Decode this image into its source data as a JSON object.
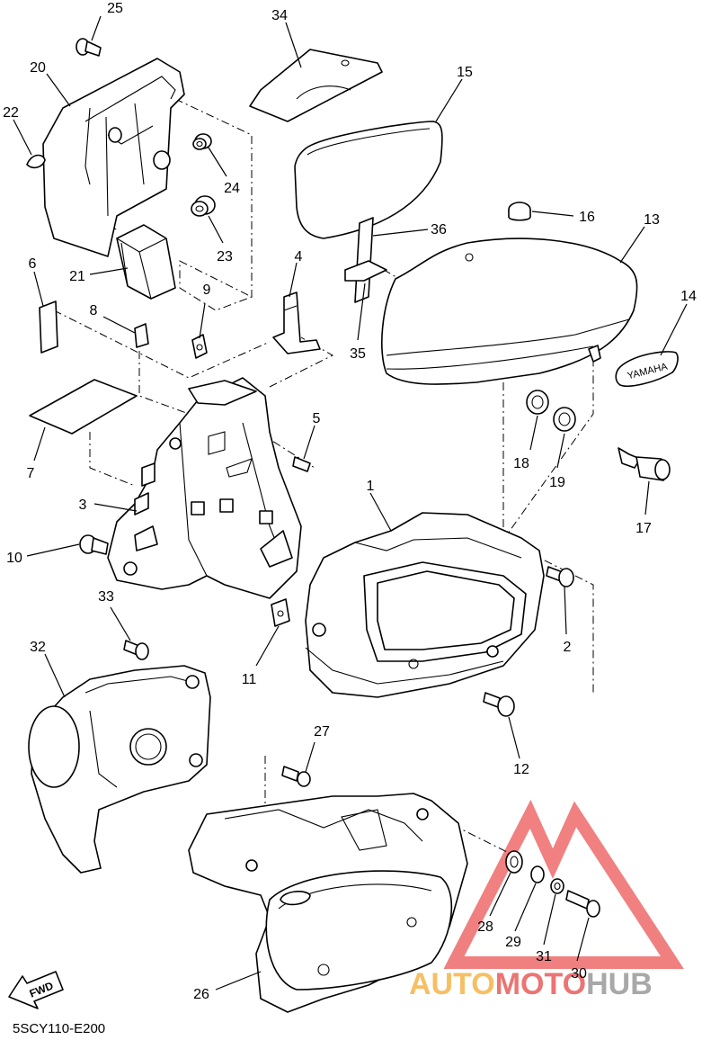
{
  "diagram_code": "5SCY110-E200",
  "fwd_label": "FWD",
  "emblem_text": "YAMAHA",
  "watermark": {
    "part1": "AUTO",
    "part2": "MOTO",
    "part3": "HUB",
    "colors": {
      "auto": "#f5b44a",
      "moto": "#e85c5c",
      "hub": "#9a9a9a",
      "triangle": "#ee6a6a"
    }
  },
  "callouts": [
    {
      "id": "c1",
      "label": "1"
    },
    {
      "id": "c2",
      "label": "2"
    },
    {
      "id": "c3",
      "label": "3"
    },
    {
      "id": "c4",
      "label": "4"
    },
    {
      "id": "c5",
      "label": "5"
    },
    {
      "id": "c6",
      "label": "6"
    },
    {
      "id": "c7",
      "label": "7"
    },
    {
      "id": "c8",
      "label": "8"
    },
    {
      "id": "c9",
      "label": "9"
    },
    {
      "id": "c10",
      "label": "10"
    },
    {
      "id": "c11",
      "label": "11"
    },
    {
      "id": "c12",
      "label": "12"
    },
    {
      "id": "c13",
      "label": "13"
    },
    {
      "id": "c14",
      "label": "14"
    },
    {
      "id": "c15",
      "label": "15"
    },
    {
      "id": "c16",
      "label": "16"
    },
    {
      "id": "c17",
      "label": "17"
    },
    {
      "id": "c18",
      "label": "18"
    },
    {
      "id": "c19",
      "label": "19"
    },
    {
      "id": "c20",
      "label": "20"
    },
    {
      "id": "c21",
      "label": "21"
    },
    {
      "id": "c22",
      "label": "22"
    },
    {
      "id": "c23",
      "label": "23"
    },
    {
      "id": "c24",
      "label": "24"
    },
    {
      "id": "c25",
      "label": "25"
    },
    {
      "id": "c26",
      "label": "26"
    },
    {
      "id": "c27",
      "label": "27"
    },
    {
      "id": "c28",
      "label": "28"
    },
    {
      "id": "c29",
      "label": "29"
    },
    {
      "id": "c30",
      "label": "30"
    },
    {
      "id": "c31",
      "label": "31"
    },
    {
      "id": "c32",
      "label": "32"
    },
    {
      "id": "c33",
      "label": "33"
    },
    {
      "id": "c34",
      "label": "34"
    },
    {
      "id": "c35",
      "label": "35"
    },
    {
      "id": "c36",
      "label": "36"
    }
  ]
}
